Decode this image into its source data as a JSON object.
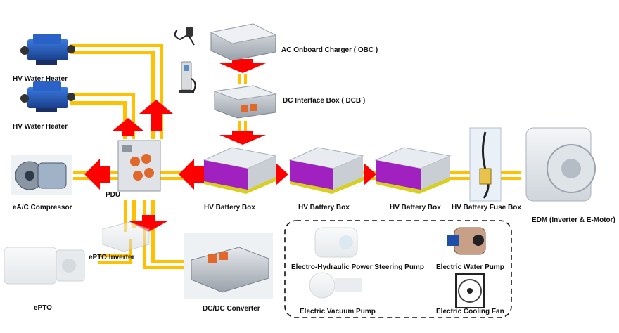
{
  "labels": {
    "hv_water_heater_1": "HV Water Heater",
    "hv_water_heater_2": "HV Water Heater",
    "obc": "AC Onboard Charger ( OBC )",
    "dcb": "DC Interface Box ( DCB )",
    "ea_compressor": "eA/C Compressor",
    "pdu": "PDU",
    "hv_battery_box_1": "HV Battery Box",
    "hv_battery_box_2": "HV Battery Box",
    "hv_battery_box_3": "HV Battery Box",
    "hv_battery_fuse_box": "HV Battery Fuse Box",
    "edm": "EDM (Inverter & E-Motor)",
    "epto_inverter": "ePTO Inverter",
    "epto": "ePTO",
    "dcdc_converter": "DC/DC Converter",
    "steering_pump": "Electro-Hydraulic Power Steering Pump",
    "water_pump": "Electric Water Pump",
    "vacuum_pump": "Electric Vacuum Pump",
    "cooling_fan": "Electric Cooling Fan"
  },
  "colors": {
    "wire": "#ffc000",
    "arrow": "#ff0000",
    "battery_body": "#e8ecf0",
    "battery_side": "#a020c0",
    "battery_base": "#d8d020",
    "component_blue": "#1f5fbf",
    "component_grey": "#9aa3ad",
    "connector_orange": "#e0682a"
  }
}
